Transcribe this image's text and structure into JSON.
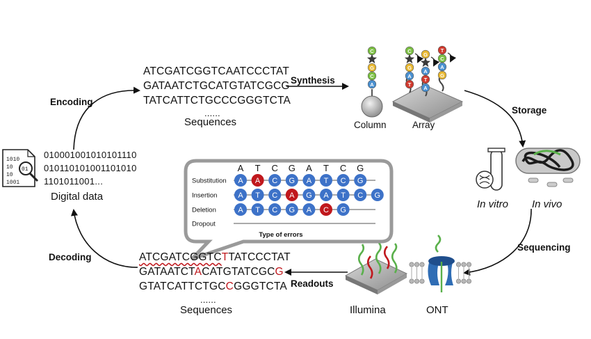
{
  "steps": {
    "encoding": "Encoding",
    "synthesis": "Synthesis",
    "storage": "Storage",
    "sequencing": "Sequencing",
    "readouts": "Readouts",
    "decoding": "Decoding"
  },
  "digital_data": {
    "lines": [
      "010001001010101110",
      "010110101001101010",
      "1101011001..."
    ],
    "label": "Digital data"
  },
  "encoded_sequences": {
    "lines": [
      "ATCGATCGGTCAATCCCTAT",
      "GATAATCTGCATGTATCGCG",
      "TATCATTCTGCCCGGGTCTA",
      "......"
    ],
    "label": "Sequences"
  },
  "synthesis_methods": {
    "column": "Column",
    "array": "Array"
  },
  "storage_types": {
    "in_vitro": "In vitro",
    "in_vivo": "In vivo"
  },
  "sequencers": {
    "illumina": "Illumina",
    "ont": "ONT"
  },
  "readout_sequences": {
    "line1": {
      "a": "ATCGATCGGTC",
      "b": "T",
      "c": "TATCCCTAT"
    },
    "line2": {
      "a": "GATAATCT",
      "b": "A",
      "c": "CATGTATCGC",
      "d": "G"
    },
    "line3": {
      "a": "GTATCATTCTGC",
      "b": "C",
      "c": "GGGTCTA"
    },
    "dots": "......",
    "label": "Sequences"
  },
  "errors": {
    "header": [
      "A",
      "T",
      "C",
      "G",
      "A",
      "T",
      "C",
      "G"
    ],
    "rows": [
      {
        "label": "Substitution",
        "bases": [
          "A",
          "A",
          "C",
          "G",
          "A",
          "T",
          "C",
          "G"
        ],
        "error_index": 1
      },
      {
        "label": "Insertion",
        "bases": [
          "A",
          "T",
          "C",
          "A",
          "G",
          "A",
          "T",
          "C",
          "G"
        ],
        "error_index": 3
      },
      {
        "label": "Deletion",
        "bases": [
          "A",
          "T",
          "C",
          "G",
          "A",
          "C",
          "G"
        ],
        "error_index": 5
      },
      {
        "label": "Dropout",
        "bases": [],
        "error_index": -1
      }
    ],
    "title": "Type of errors"
  },
  "strand_column": [
    "C",
    "★",
    "G",
    "C",
    "A"
  ],
  "strands_array": [
    [
      "C",
      "★",
      "G",
      "A",
      "T"
    ],
    [
      "G",
      "★",
      "A",
      "T",
      "A"
    ],
    [
      "T",
      "C",
      "A",
      "G"
    ]
  ],
  "colors": {
    "base_blue": "#3d72c8",
    "error_red": "#c0181d",
    "A": "#4a90d0",
    "T": "#d03a2e",
    "C": "#7cc043",
    "G": "#e8b832",
    "star": "#3a3a3a",
    "bubble": "#9a9a9a"
  }
}
